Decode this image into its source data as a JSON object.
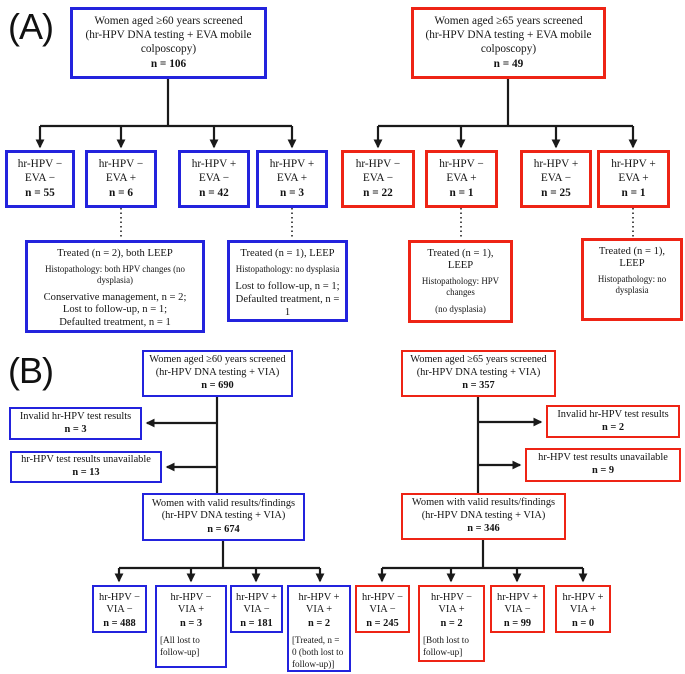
{
  "colors": {
    "blue": "#2323dd",
    "red": "#ee2415",
    "line": "#1a1a1a"
  },
  "panel_a": {
    "label": "(A)",
    "left": {
      "root": {
        "l1": "Women aged ≥60 years screened",
        "l2": "(hr-HPV DNA testing + EVA mobile colposcopy)",
        "n": "n = 106"
      },
      "children": [
        {
          "l1": "hr-HPV −",
          "l2": "EVA −",
          "n": "n = 55"
        },
        {
          "l1": "hr-HPV −",
          "l2": "EVA +",
          "n": "n = 6"
        },
        {
          "l1": "hr-HPV +",
          "l2": "EVA −",
          "n": "n = 42"
        },
        {
          "l1": "hr-HPV +",
          "l2": "EVA +",
          "n": "n = 3"
        }
      ],
      "note1": {
        "t1": "Treated (n = 2), both LEEP",
        "t2": "Histopathology: both HPV changes (no dysplasia)",
        "e1": "Conservative management, n = 2;",
        "e2": "Lost to follow-up, n = 1;",
        "e3": "Defaulted treatment, n = 1"
      },
      "note2": {
        "t1": "Treated (n = 1), LEEP",
        "t2": "Histopathology: no dysplasia",
        "e1": "Lost to follow-up, n = 1;  Defaulted treatment, n = 1"
      }
    },
    "right": {
      "root": {
        "l1": "Women aged ≥65 years screened",
        "l2": "(hr-HPV DNA testing + EVA mobile colposcopy)",
        "n": "n = 49"
      },
      "children": [
        {
          "l1": "hr-HPV −",
          "l2": "EVA −",
          "n": "n = 22"
        },
        {
          "l1": "hr-HPV −",
          "l2": "EVA +",
          "n": "n = 1"
        },
        {
          "l1": "hr-HPV +",
          "l2": "EVA −",
          "n": "n = 25"
        },
        {
          "l1": "hr-HPV +",
          "l2": "EVA +",
          "n": "n = 1"
        }
      ],
      "note1": {
        "t1": "Treated (n = 1), LEEP",
        "t2": "Histopathology: HPV changes",
        "e1": "(no dysplasia)"
      },
      "note2": {
        "t1": "Treated (n = 1), LEEP",
        "t2": "Histopathology: no dysplasia"
      }
    }
  },
  "panel_b": {
    "label": "(B)",
    "left": {
      "root": {
        "l1": "Women aged ≥60 years screened",
        "l2": "(hr-HPV DNA testing + VIA)",
        "n": "n = 690"
      },
      "excluded": [
        {
          "label": "Invalid hr-HPV test results",
          "n": "n = 3"
        },
        {
          "label": "hr-HPV test results unavailable",
          "n": "n = 13"
        }
      ],
      "valid": {
        "l1": "Women with valid results/findings",
        "l2": "(hr-HPV DNA testing + VIA)",
        "n": "n = 674"
      },
      "children": [
        {
          "l1": "hr-HPV −",
          "l2": "VIA −",
          "n": "n = 488",
          "note": ""
        },
        {
          "l1": "hr-HPV −",
          "l2": "VIA +",
          "n": "n = 3",
          "note": "[All lost to follow-up]"
        },
        {
          "l1": "hr-HPV +",
          "l2": "VIA −",
          "n": "n = 181",
          "note": ""
        },
        {
          "l1": "hr-HPV +",
          "l2": "VIA +",
          "n": "n = 2",
          "note": "[Treated, n = 0 (both lost to follow-up)]"
        }
      ]
    },
    "right": {
      "root": {
        "l1": "Women aged ≥65 years screened",
        "l2": "(hr-HPV DNA testing + VIA)",
        "n": "n = 357"
      },
      "excluded": [
        {
          "label": "Invalid hr-HPV test results",
          "n": "n = 2"
        },
        {
          "label": "hr-HPV test results unavailable",
          "n": "n = 9"
        }
      ],
      "valid": {
        "l1": "Women with valid results/findings",
        "l2": "(hr-HPV DNA testing + VIA)",
        "n": "n = 346"
      },
      "children": [
        {
          "l1": "hr-HPV −",
          "l2": "VIA −",
          "n": "n = 245",
          "note": ""
        },
        {
          "l1": "hr-HPV −",
          "l2": "VIA +",
          "n": "n = 2",
          "note": "[Both lost to follow-up]"
        },
        {
          "l1": "hr-HPV +",
          "l2": "VIA −",
          "n": "n = 99",
          "note": ""
        },
        {
          "l1": "hr-HPV +",
          "l2": "VIA +",
          "n": "n = 0",
          "note": ""
        }
      ]
    }
  }
}
